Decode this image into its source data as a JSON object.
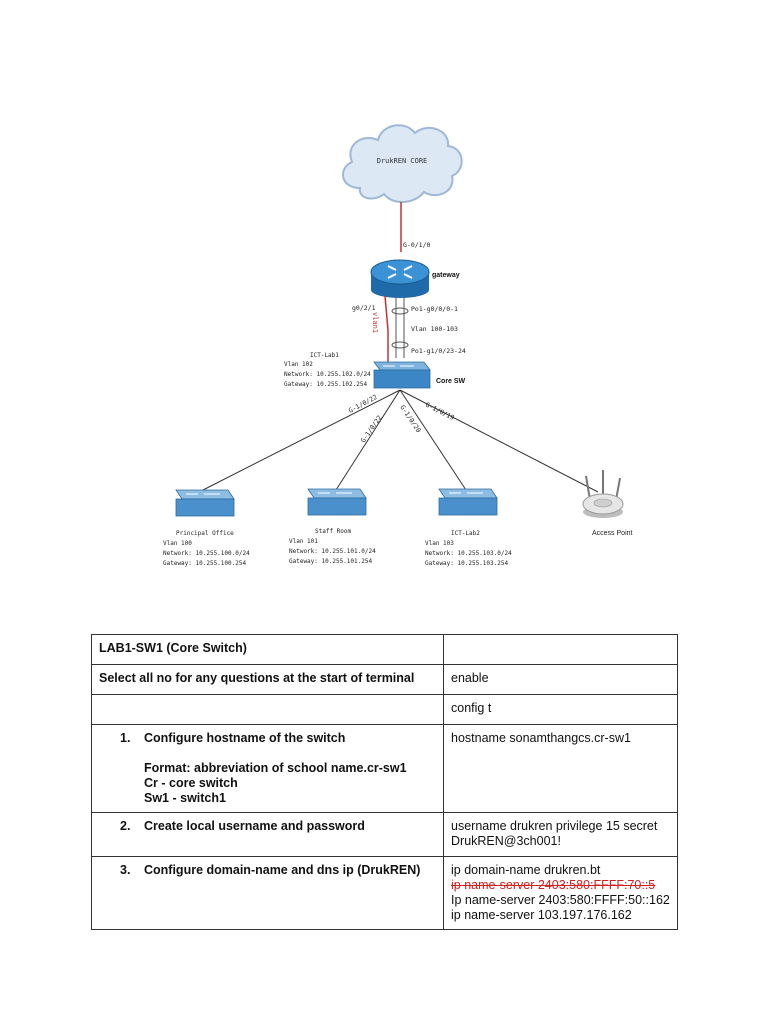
{
  "diagram": {
    "cloud_label": "DrukREN CORE",
    "links": {
      "uplink": "G-0/1/0",
      "g0_2_1": "g0/2/1",
      "vlan1": "vlan1",
      "po1_gw": "Po1-g0/0/0-1",
      "vlan_range": "Vlan 100-103",
      "po1_core": "Po1-g1/0/23-24",
      "to_principal": "G-1/0/22",
      "to_staff": "G-1/0/22",
      "to_lab2": "G-1/0/20",
      "to_ap": "G-1/0/19"
    },
    "gateway": {
      "label": "gateway"
    },
    "core": {
      "label": "Core SW",
      "name": "ICT-Lab1",
      "vlan": "Vlan 102",
      "network": "Network: 10.255.102.0/24",
      "gateway": "Gateway: 10.255.102.254"
    },
    "switches": [
      {
        "name": "Principal Office",
        "vlan": "Vlan 100",
        "network": "Network: 10.255.100.0/24",
        "gateway": "Gateway: 10.255.100.254"
      },
      {
        "name": "Staff Room",
        "vlan": "Vlan 101",
        "network": "Network: 10.255.101.0/24",
        "gateway": "Gateway: 10.255.101.254"
      },
      {
        "name": "ICT-Lab2",
        "vlan": "Vlan 103",
        "network": "Network: 10.255.103.0/24",
        "gateway": "Gateway: 10.255.103.254"
      }
    ],
    "access_point": {
      "label": "Access Point"
    },
    "colors": {
      "cloud": "#dde8f5",
      "router": "#2d7fc1",
      "switch": "#4a90cc",
      "red_link": "#c83030"
    }
  },
  "table": {
    "header_left": "LAB1-SW1 (Core Switch)",
    "header_right": "",
    "row1_left": "Select all no for any questions at the start of terminal",
    "row1_right": "enable",
    "row2_right": "config t",
    "step1": {
      "num": "1.",
      "title": "Configure hostname of the switch",
      "format": "Format: abbreviation of school name.cr-sw1",
      "cr": "Cr - core switch",
      "sw1": "Sw1 - switch1",
      "cmd": "hostname sonamthangcs.cr-sw1"
    },
    "step2": {
      "num": "2.",
      "title": "Create local username and password",
      "cmd1": "username drukren privilege 15 secret",
      "cmd2": "DrukREN@3ch001!"
    },
    "step3": {
      "num": "3.",
      "title": "Configure domain-name and dns ip (DrukREN)",
      "cmd1": "ip domain-name drukren.bt",
      "cmd_struck": "ip name-server 2403:580:FFFF:70::5",
      "cmd2": "Ip name-server 2403:580:FFFF:50::162",
      "cmd3": "ip name-server 103.197.176.162"
    }
  }
}
